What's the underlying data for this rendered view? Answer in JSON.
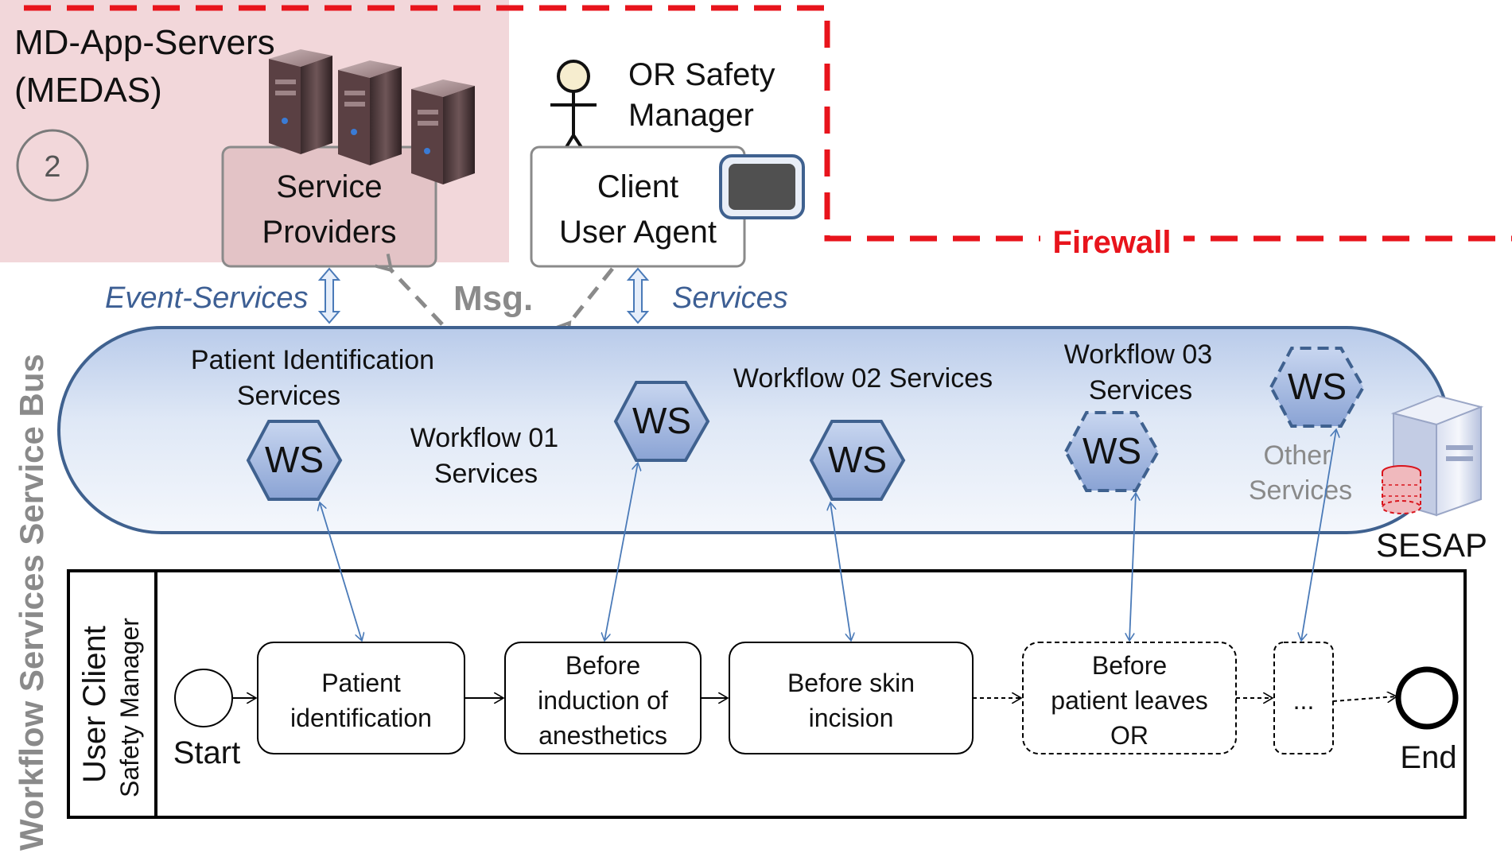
{
  "zones": {
    "medas_title_line1": "MD-App-Servers",
    "medas_title_line2": "(MEDAS)",
    "medas_number": "2",
    "firewall_label": "Firewall",
    "bus_side_label": "Workflow Services Service Bus",
    "lane_label_main": "User Client",
    "lane_label_sub": "Safety Manager"
  },
  "actors": {
    "or_safety_manager_line1": "OR Safety",
    "or_safety_manager_line2": "Manager"
  },
  "top_boxes": {
    "service_providers_line1": "Service",
    "service_providers_line2": "Providers",
    "client_line1": "Client",
    "client_line2": "User Agent"
  },
  "connector_labels": {
    "event_services": "Event-Services",
    "msg": "Msg.",
    "services": "Services"
  },
  "bus_groups": {
    "patient_identification_line1": "Patient Identification",
    "patient_identification_line2": "Services",
    "workflow01_line1": "Workflow 01",
    "workflow01_line2": "Services",
    "workflow02": "Workflow 02 Services",
    "workflow03_line1": "Workflow 03",
    "workflow03_line2": "Services",
    "other_line1": "Other",
    "other_line2": "Services",
    "ws_label": "WS",
    "sesap_label": "SESAP"
  },
  "workflow": {
    "start_label": "Start",
    "end_label": "End",
    "steps": [
      {
        "lines": [
          "Patient",
          "identification"
        ],
        "style": "solid"
      },
      {
        "lines": [
          "Before",
          "induction of",
          "anesthetics"
        ],
        "style": "solid"
      },
      {
        "lines": [
          "Before skin",
          "incision"
        ],
        "style": "solid"
      },
      {
        "lines": [
          "Before",
          "patient leaves",
          "OR"
        ],
        "style": "dashed"
      },
      {
        "lines": [
          "..."
        ],
        "style": "dashed"
      }
    ]
  },
  "colors": {
    "firewall_red": "#e8141c",
    "medas_pink": "#f2d7da",
    "bus_blue_light": "#eef3fb",
    "bus_blue_dark": "#b9cbea",
    "bus_border": "#3f618f",
    "ws_fill": "#9ab0dc",
    "connector_blue": "#4a7ab8",
    "italic_blue": "#3d5f94"
  }
}
